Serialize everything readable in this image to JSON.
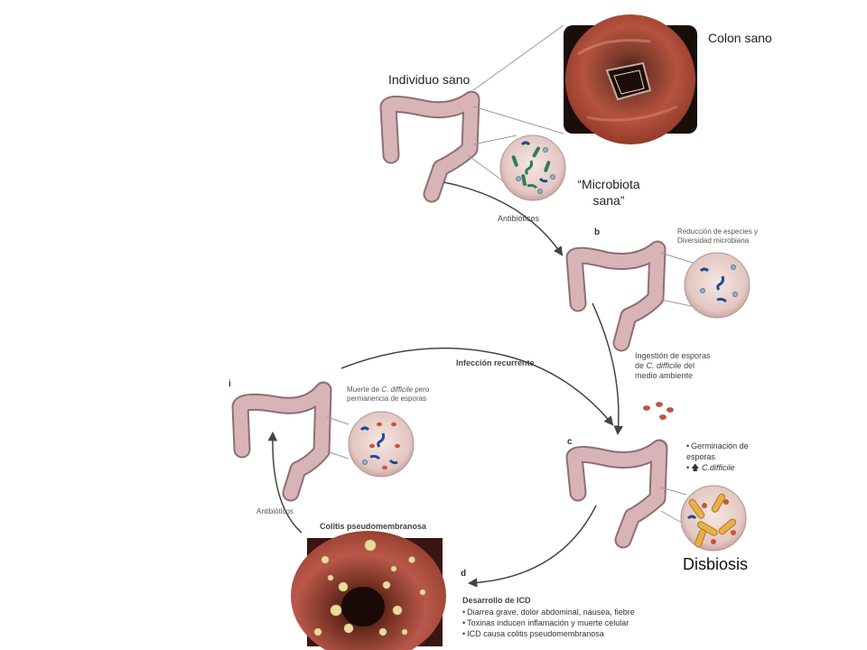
{
  "labels": {
    "healthy_individual": "Individuo sano",
    "healthy_colon": "Colon sano",
    "healthy_microbiota": "“Microbiota sana”",
    "antibiotics_top": "Antibióticos",
    "species_reduction": "Reducción de especies y Diversidad microbiana",
    "spore_ingestion_1": "Ingestión de esporas de",
    "spore_ingestion_species": "C. difficile",
    "spore_ingestion_2": "del medio ambiente",
    "recurrent_infection": "Infección recurrente",
    "cdiff_death_1": "Muerte de",
    "cdiff_death_species": "C. difficile",
    "cdiff_death_2": "pero permanencia de esporas",
    "antibiotics_bottom": "Antibióticos",
    "pseudomembranous_colitis": "Colitis pseudomembranosa",
    "dysbiosis": "Disbiosis"
  },
  "stage_letters": {
    "b": "b",
    "c": "c",
    "d": "d",
    "left": "i"
  },
  "germination": {
    "item1": "Germinación de esporas",
    "arrow": "🡅",
    "item2": "C.difficile"
  },
  "icd": {
    "title": "Desarrollo de ICD",
    "items": [
      "Diarrea grave, dolor abdominal, náusea, fiebre",
      "Toxinas inducen inflamación y muerte celular",
      "ICD causa colitis pseudomembranosa"
    ]
  },
  "colors": {
    "colon_tissue": "#d8b4b6",
    "healthy_bacteria": "#2f7c5b",
    "bacteria_blue": "#1e4d8c",
    "spores": "#c9543f",
    "cdifficile": "#e8b04a"
  }
}
